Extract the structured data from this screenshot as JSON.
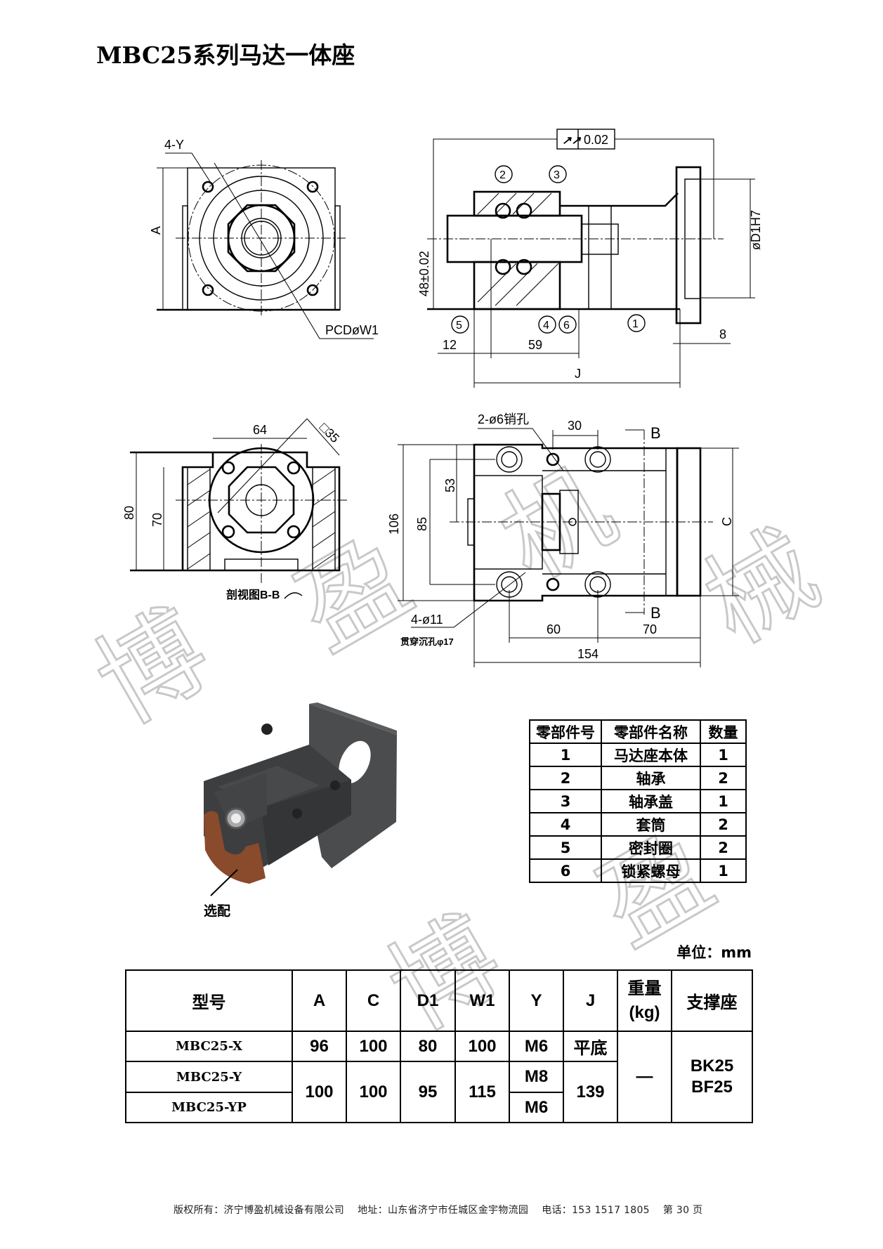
{
  "title": "MBC25系列马达一体座",
  "watermark": [
    "博",
    "盈",
    "机",
    "械",
    "博",
    "盈"
  ],
  "front_view": {
    "holes_label": "4-Y",
    "pcd_label": "PCDøW1",
    "height_label": "A"
  },
  "section_view": {
    "tolerance_symbol": "↗↗",
    "tolerance_value": "0.02",
    "height_label": "48±0.02",
    "bore_label": "øD1H7",
    "balloons": [
      "1",
      "2",
      "3",
      "4",
      "5",
      "6"
    ],
    "dims": {
      "d12": "12",
      "d59": "59",
      "j": "J",
      "d8": "8"
    }
  },
  "bb_view": {
    "caption": "剖视图B-B",
    "w64": "64",
    "sq35": "□35",
    "h80": "80",
    "h70": "70"
  },
  "top_view": {
    "pin_label": "2-ø6销孔",
    "d30": "30",
    "b_top": "B",
    "b_bottom": "B",
    "d53": "53",
    "d85": "85",
    "d106": "106",
    "c": "C",
    "bolt_label": "4-ø11",
    "bolt_note": "贯穿沉孔φ17",
    "d60": "60",
    "d70": "70",
    "d154": "154"
  },
  "photo": {
    "option_label": "选配",
    "body_color": "#3c3e40",
    "accent_color": "#8a4a2c"
  },
  "parts_table": {
    "headers": [
      "零部件号",
      "零部件名称",
      "数量"
    ],
    "rows": [
      [
        "1",
        "马达座本体",
        "1"
      ],
      [
        "2",
        "轴承",
        "2"
      ],
      [
        "3",
        "轴承盖",
        "1"
      ],
      [
        "4",
        "套筒",
        "2"
      ],
      [
        "5",
        "密封圈",
        "2"
      ],
      [
        "6",
        "锁紧螺母",
        "1"
      ]
    ]
  },
  "unit": "单位：mm",
  "spec_table": {
    "headers": [
      "型号",
      "A",
      "C",
      "D1",
      "W1",
      "Y",
      "J",
      "重量\n(kg)",
      "支撑座"
    ],
    "header_weight": [
      "重量",
      "(kg)"
    ],
    "models": [
      "MBC25-X",
      "MBC25-Y",
      "MBC25-YP"
    ],
    "row_x": {
      "A": "96",
      "C": "100",
      "D1": "80",
      "W1": "100",
      "Y": "M6",
      "J": "平底"
    },
    "row_y": {
      "A": "100",
      "C": "100",
      "D1": "95",
      "W1": "115",
      "Y_Y": "M8",
      "Y_YP": "M6",
      "J": "139"
    },
    "weight": "—",
    "support": [
      "BK25",
      "BF25"
    ]
  },
  "footer": "版权所有：济宁博盈机械设备有限公司    地址：山东省济宁市任城区金宇物流园    电话：153 1517 1805    第 30 页"
}
